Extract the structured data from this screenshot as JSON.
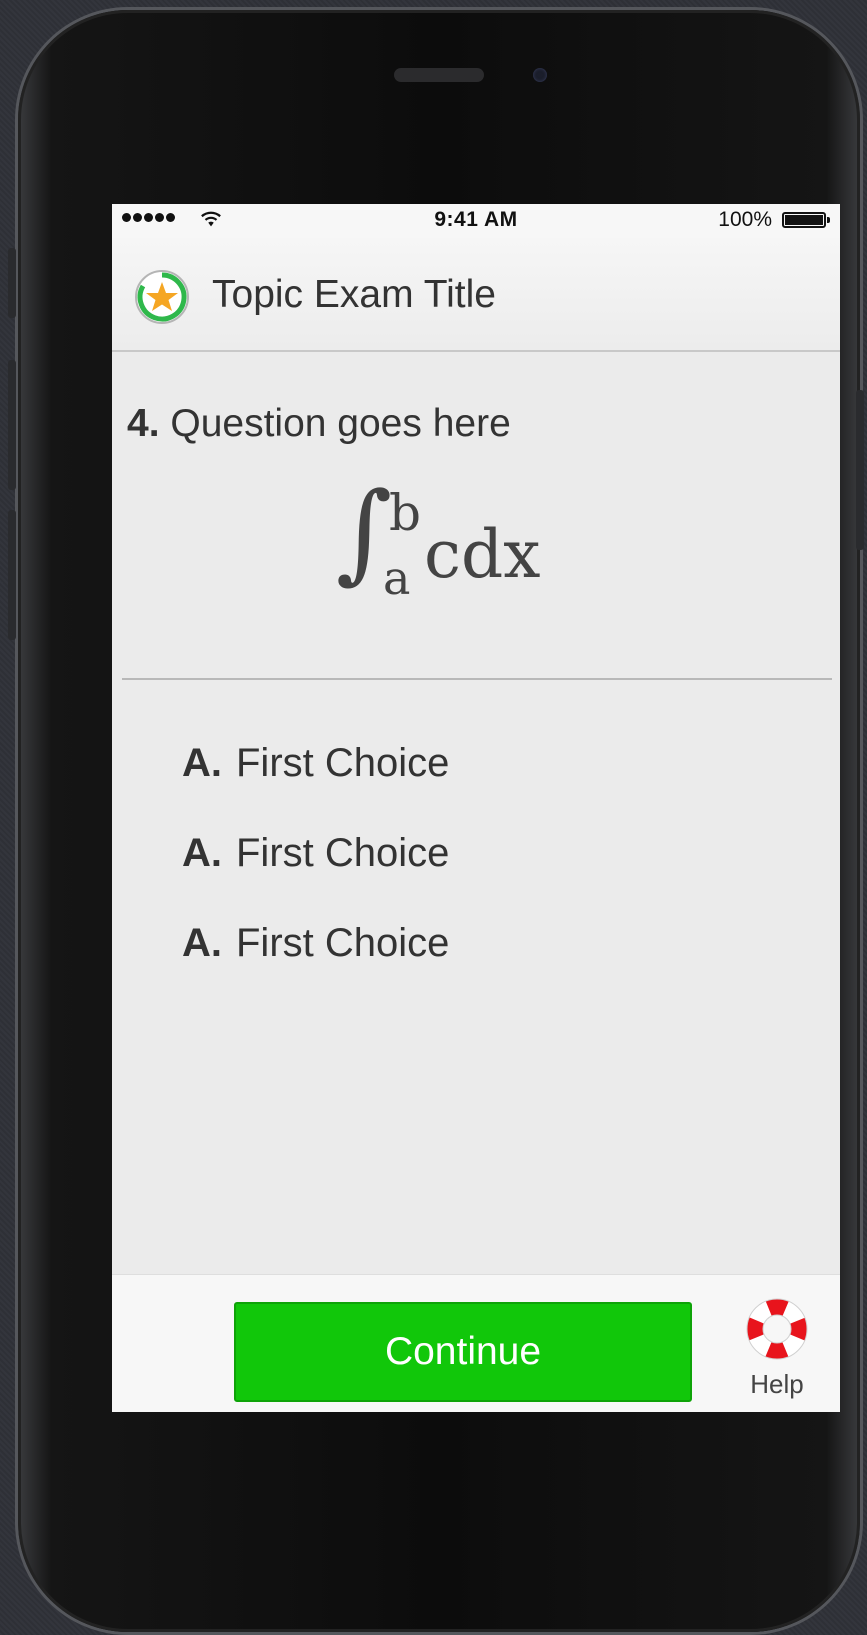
{
  "status_bar": {
    "signal": "●●●●●",
    "wifi_icon": "wifi-icon",
    "time": "9:41 AM",
    "battery": "100%"
  },
  "header": {
    "icon": "star-badge-icon",
    "title": "Topic Exam Title"
  },
  "question": {
    "number": "4.",
    "text": "Question goes here",
    "formula": {
      "symbol": "∫",
      "upper": "b",
      "lower": "a",
      "integrand": "cdx"
    }
  },
  "choices": [
    {
      "letter": "A.",
      "text": "First Choice"
    },
    {
      "letter": "A.",
      "text": "First Choice"
    },
    {
      "letter": "A.",
      "text": "First Choice"
    }
  ],
  "footer": {
    "continue_label": "Continue",
    "help_label": "Help",
    "help_icon": "lifebuoy-icon"
  },
  "colors": {
    "accent_green": "#11c70a",
    "help_red": "#e8141c",
    "badge_star": "#f5a623",
    "badge_ring": "#2fb84b"
  }
}
